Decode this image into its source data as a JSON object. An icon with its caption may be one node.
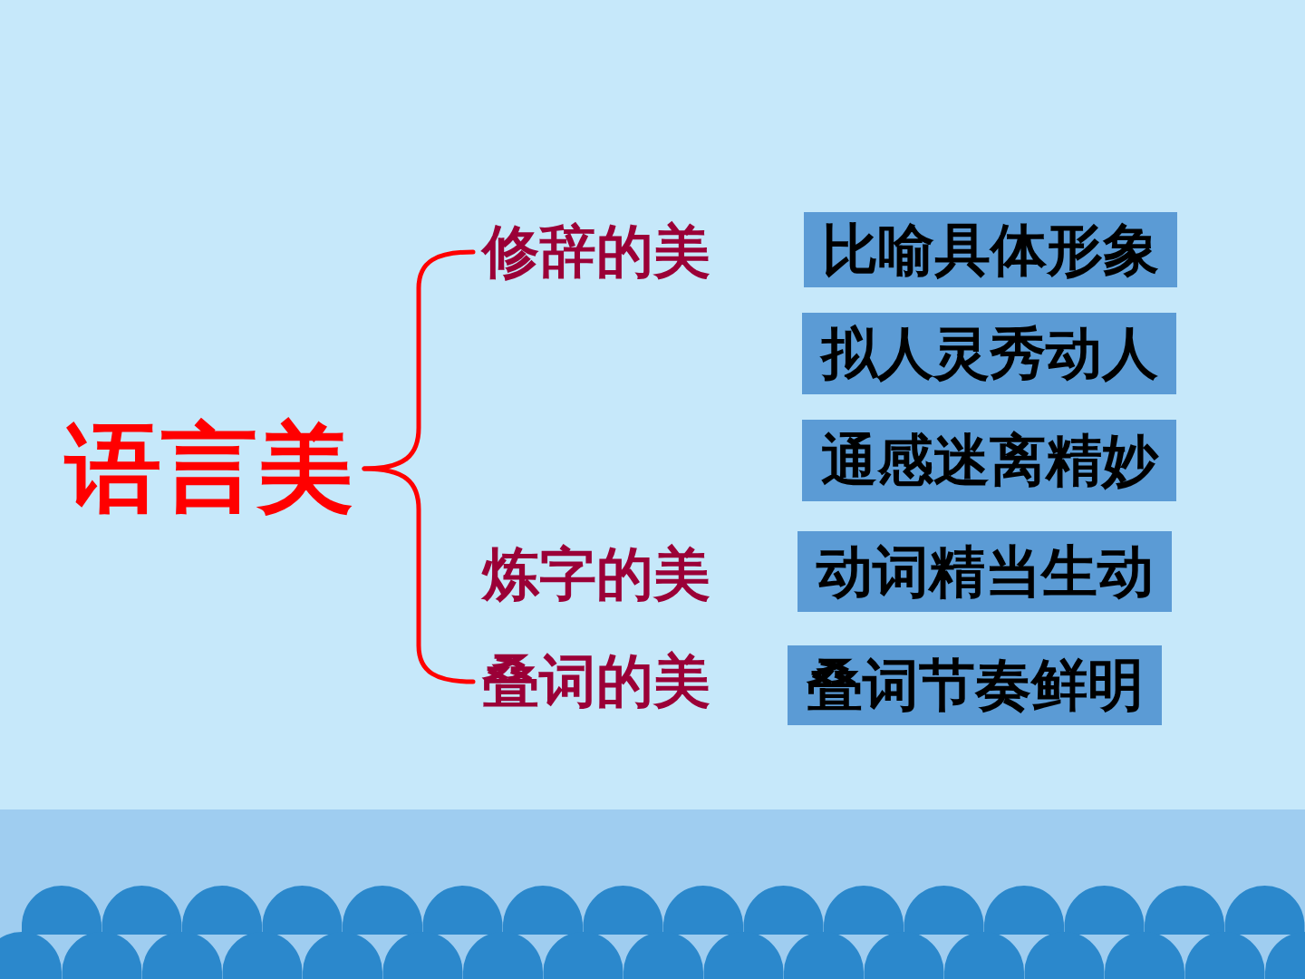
{
  "diagram": {
    "nodes": [
      {
        "text": [
          "语言美"
        ]
      },
      {
        "text": [
          "修辞的美"
        ]
      },
      {
        "text": [
          "比喻具体形象"
        ]
      },
      {
        "text": [
          "拟人灵秀动人"
        ]
      },
      {
        "text": [
          "通感迷离精妙"
        ]
      },
      {
        "text": [
          "炼字的美"
        ]
      },
      {
        "text": [
          "动词精当生动"
        ]
      },
      {
        "text": [
          "叠词的美"
        ]
      },
      {
        "text": [
          "叠词节奏鲜明"
        ]
      }
    ],
    "edges": [
      {
        "from": 0,
        "to": 1,
        "arrow": "none"
      },
      {
        "from": 0,
        "to": 7,
        "arrow": "none"
      }
    ]
  }
}
